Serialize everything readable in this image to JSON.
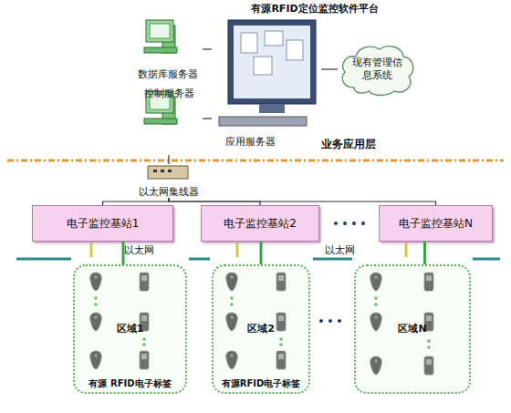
{
  "diagram": {
    "title": "有源RFID定位监控软件平台",
    "nodes": [
      {
        "text": [
          "数据库服务器"
        ]
      },
      {
        "text": [
          "控制服务器"
        ]
      },
      {
        "text": [
          "应用服务器"
        ]
      },
      {
        "text": [
          "现有管理信息系统"
        ]
      },
      {
        "text": [
          "以太网集线器"
        ]
      },
      {
        "text": [
          "电子监控基站1"
        ]
      },
      {
        "text": [
          "电子监控基站2"
        ]
      },
      {
        "text": [
          "电子监控基站N"
        ]
      },
      {
        "text": [
          "区域1",
          "有源 RFID电子标签"
        ]
      },
      {
        "text": [
          "区域2",
          "有源RFID电子标签"
        ]
      },
      {
        "text": [
          "区域N"
        ]
      }
    ],
    "edges": [
      {
        "from": 0,
        "to": 2,
        "arrow": "none"
      },
      {
        "from": 1,
        "to": 2,
        "arrow": "none"
      },
      {
        "from": 2,
        "to": 3,
        "arrow": "none"
      },
      {
        "from": 1,
        "to": 4,
        "arrow": "none"
      },
      {
        "from": 4,
        "to": 5,
        "arrow": "none"
      },
      {
        "from": 4,
        "to": 6,
        "arrow": "none"
      },
      {
        "from": 4,
        "to": 7,
        "arrow": "none"
      },
      {
        "from": 5,
        "to": 8,
        "arrow": "none"
      },
      {
        "from": 6,
        "to": 9,
        "arrow": "none"
      },
      {
        "from": 7,
        "to": 10,
        "arrow": "none"
      }
    ],
    "labels": [
      "业务应用层",
      "以太网",
      "以太网"
    ]
  }
}
